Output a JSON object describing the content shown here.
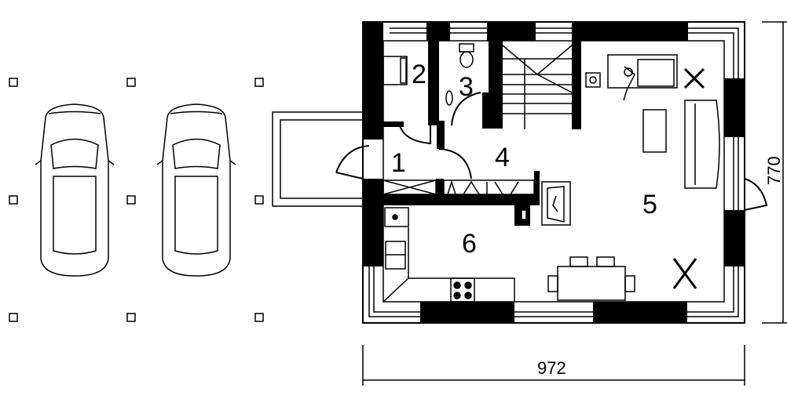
{
  "plan": {
    "rooms": [
      {
        "number": "1"
      },
      {
        "number": "2"
      },
      {
        "number": "3"
      },
      {
        "number": "4"
      },
      {
        "number": "5"
      },
      {
        "number": "6"
      }
    ],
    "dimensions": {
      "width": "972",
      "depth": "770"
    },
    "parking": {
      "cars": 2
    }
  }
}
